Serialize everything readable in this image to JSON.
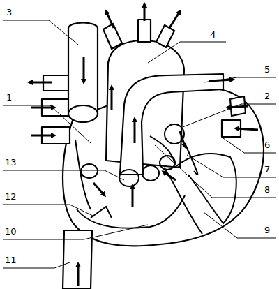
{
  "diagram": {
    "labels": [
      "3",
      "4",
      "5",
      "1",
      "2",
      "6",
      "13",
      "7",
      "8",
      "12",
      "9",
      "10",
      "11"
    ]
  }
}
